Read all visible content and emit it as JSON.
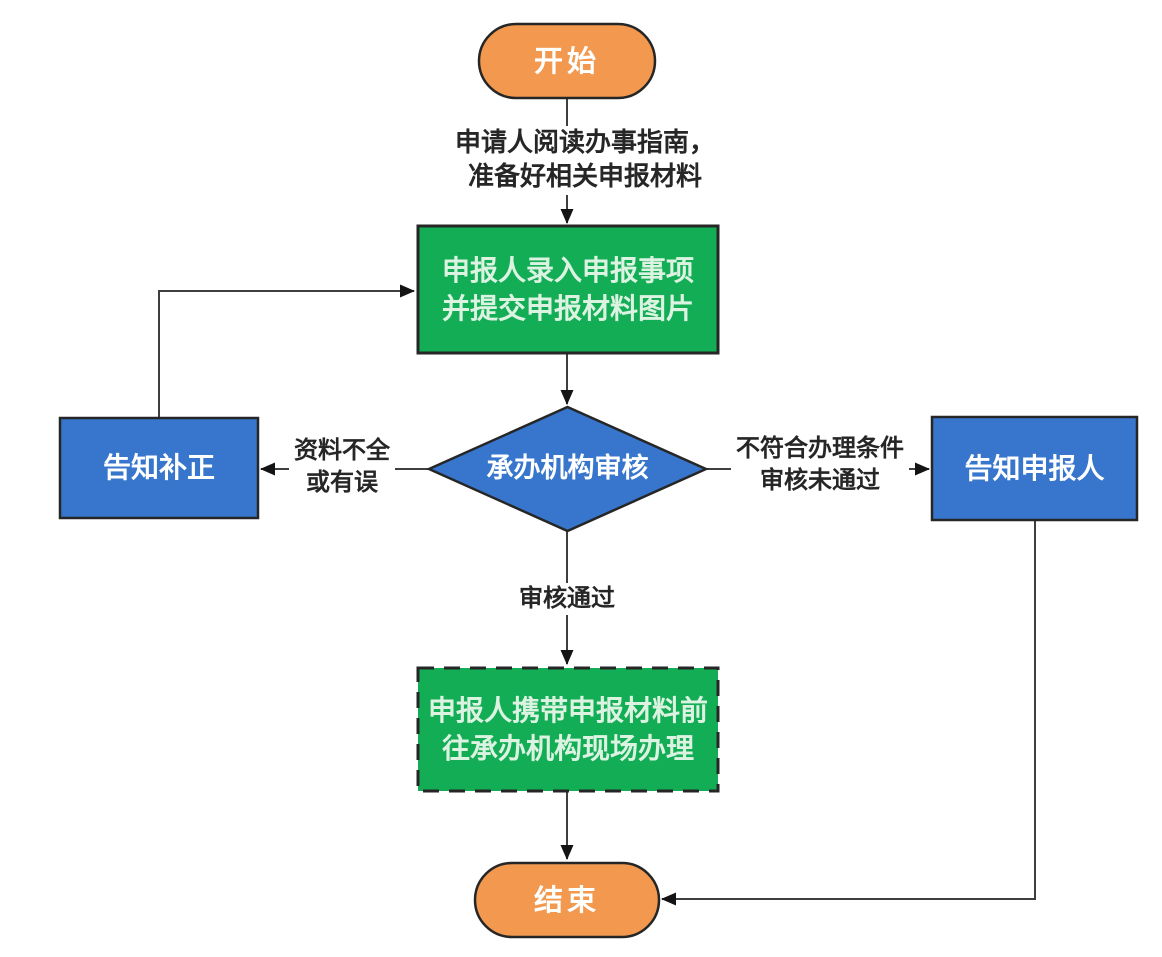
{
  "flowchart": {
    "nodes": {
      "start": {
        "label": "开始",
        "type": "terminal"
      },
      "input": {
        "label": "申报人录入申报事项\n并提交申报材料图片",
        "type": "process"
      },
      "review": {
        "label": "承办机构审核",
        "type": "decision"
      },
      "notify_correction": {
        "label": "告知补正",
        "type": "notice"
      },
      "notify_applicant": {
        "label": "告知申报人",
        "type": "notice"
      },
      "onsite": {
        "label": "申报人携带申报材料前\n往承办机构现场办理",
        "type": "process-dashed"
      },
      "end": {
        "label": "结束",
        "type": "terminal"
      }
    },
    "edge_labels": {
      "prepare": "申请人阅读办事指南，\n准备好相关申报材料",
      "incomplete": "资料不全\n或有误",
      "rejected": "不符合办理条件\n审核未通过",
      "approved": "审核通过"
    },
    "colors": {
      "terminal_fill": "#F2994F",
      "process_fill": "#12AD55",
      "decision_fill": "#3776CC",
      "node_border": "#262626",
      "line_color": "#3F3F3F",
      "arrow_fill": "#141414",
      "node_text": "#FFFFFF",
      "process_text": "#DCF3E2",
      "label_text": "#262626"
    }
  }
}
